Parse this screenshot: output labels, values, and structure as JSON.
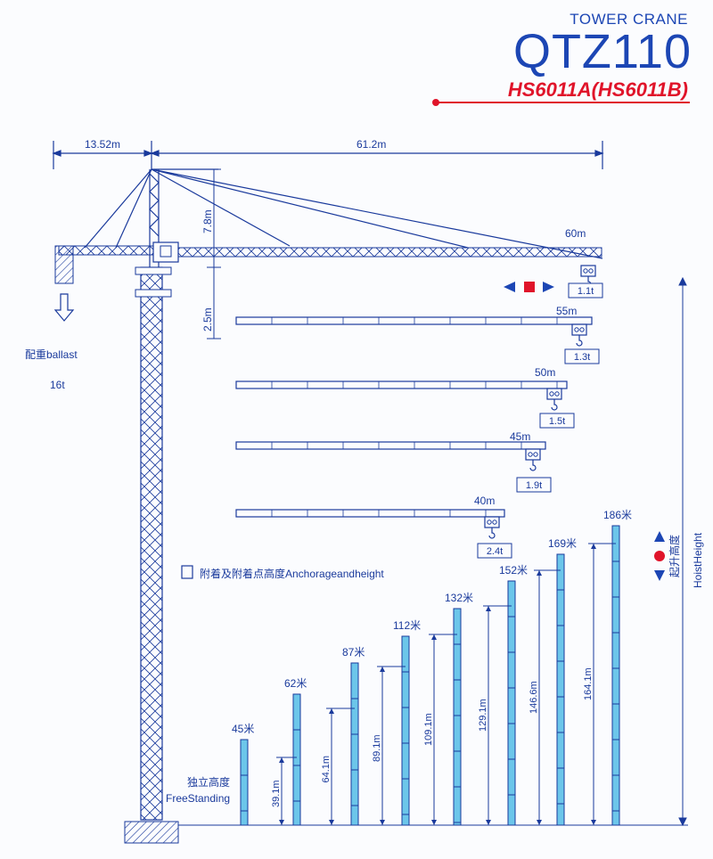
{
  "header": {
    "subtitle": "TOWER CRANE",
    "title": "QTZ110",
    "model": "HS6011A(HS6011B)"
  },
  "dimensions": {
    "counter_jib": "13.52m",
    "jib": "61.2m",
    "cap_height": "7.8m",
    "jib_offset": "2.5m"
  },
  "ballast": {
    "label": "配重ballast",
    "weight": "16t"
  },
  "jibs": [
    {
      "radius": "60m",
      "tip_load": "1.1t"
    },
    {
      "radius": "55m",
      "tip_load": "1.3t"
    },
    {
      "radius": "50m",
      "tip_load": "1.5t"
    },
    {
      "radius": "45m",
      "tip_load": "1.9t"
    },
    {
      "radius": "40m",
      "tip_load": "2.4t"
    }
  ],
  "legend": {
    "anchorage": "附着及附着点高度Anchorageandheight"
  },
  "free_standing": {
    "label_cn": "独立高度",
    "label_en": "FreeStanding"
  },
  "hoist_height": {
    "label_cn": "起升高度",
    "label_en": "HoistHeight"
  },
  "masts": [
    {
      "height": "45米",
      "anchor": ""
    },
    {
      "height": "62米",
      "anchor": "39.1m"
    },
    {
      "height": "87米",
      "anchor": "64.1m"
    },
    {
      "height": "112米",
      "anchor": "89.1m"
    },
    {
      "height": "132米",
      "anchor": "109.1m"
    },
    {
      "height": "152米",
      "anchor": "129.1m"
    },
    {
      "height": "169米",
      "anchor": "146.6m"
    },
    {
      "height": "186米",
      "anchor": "164.1m"
    }
  ],
  "colors": {
    "primary": "#1a3a9c",
    "accent": "#e0142a",
    "mast_fill": "#6cc6ea"
  }
}
